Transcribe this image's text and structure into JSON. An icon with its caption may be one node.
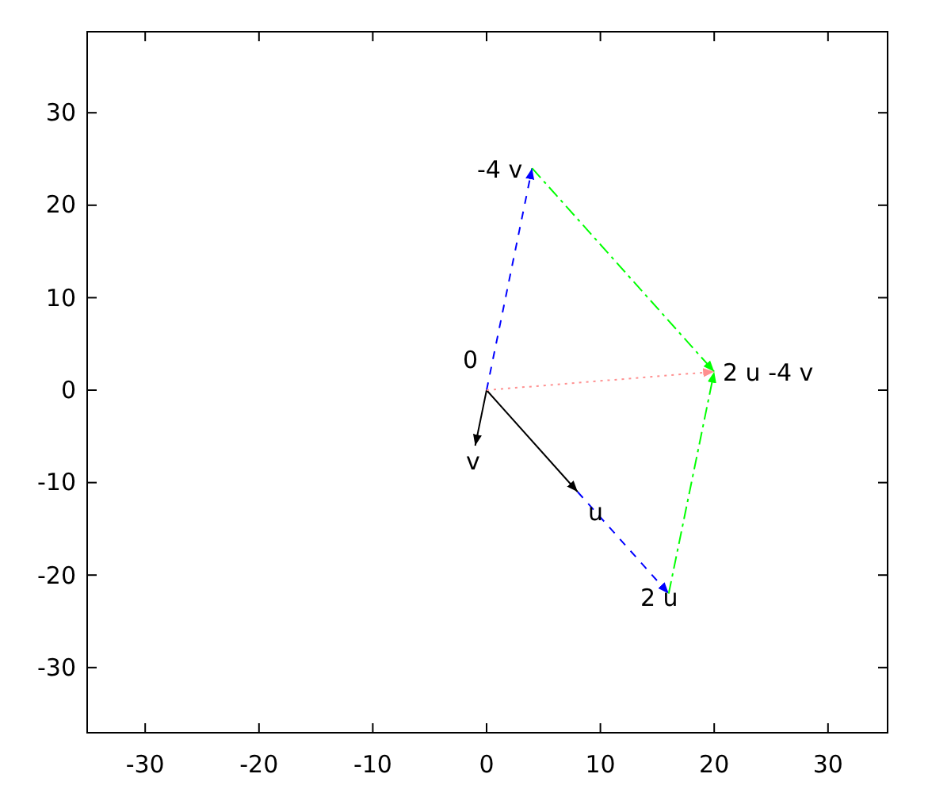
{
  "diagram": {
    "nodes": [
      {
        "text": [
          "0"
        ]
      },
      {
        "text": [
          "v"
        ]
      },
      {
        "text": [
          "u"
        ]
      },
      {
        "text": [
          "2 u"
        ]
      },
      {
        "text": [
          "-4 v"
        ]
      },
      {
        "text": [
          "2 u -4 v"
        ]
      }
    ],
    "edges": [
      {
        "from": 0,
        "to": 1,
        "arrow": "to"
      },
      {
        "from": 0,
        "to": 2,
        "arrow": "to"
      },
      {
        "from": 2,
        "to": 3,
        "arrow": "to",
        "style": "dashed",
        "color": "#0000ff"
      },
      {
        "from": 0,
        "to": 4,
        "arrow": "to",
        "style": "dashed",
        "color": "#0000ff"
      },
      {
        "from": 4,
        "to": 5,
        "arrow": "to",
        "style": "dashed",
        "color": "#00ff00"
      },
      {
        "from": 3,
        "to": 5,
        "arrow": "to",
        "style": "dashed",
        "color": "#00ff00"
      },
      {
        "from": 0,
        "to": 5,
        "arrow": "to",
        "style": "dashed",
        "color": "#ff9090"
      }
    ],
    "labels": [
      "30",
      "20",
      "10",
      "0",
      "-10",
      "-20",
      "-30",
      "-30",
      "-20",
      "-10",
      "0",
      "10",
      "20",
      "30"
    ]
  }
}
